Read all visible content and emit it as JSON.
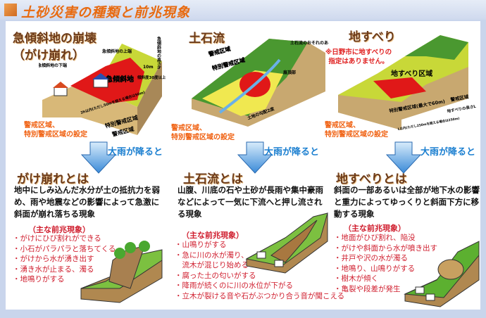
{
  "title": "土砂災害の種類と前兆現象",
  "columns": [
    {
      "heading": "急傾斜地の崩壊",
      "heading2": "（がけ崩れ）",
      "diagram_labels": {
        "upper": "急傾斜地の上端",
        "lower": "急傾斜地の下端",
        "slope": "急傾斜地",
        "height": "急傾斜地の高さh",
        "ten_m": "10m",
        "angle": "傾斜度30度以上",
        "dist": "2h以内(ただし50mを超える場合は50m)",
        "special": "特別警戒区域",
        "zone": "警戒区域"
      },
      "designation": [
        "警戒区域、",
        "特別警戒区域の設定"
      ],
      "rain": "大雨が降ると",
      "what": "がけ崩れとは",
      "description": "地中にしみ込んだ水分が土の抵抗力を弱め、雨や地震などの影響によって急激に斜面が崩れ落ちる現象",
      "signs_title": "（主な前兆現象）",
      "signs": [
        "・がけにひび割れができる",
        "・小石がパラパラと落ちてくる",
        "・がけから水が湧き出す",
        "・湧き水が止まる、濁る",
        "・地鳴りがする"
      ]
    },
    {
      "heading": "土石流",
      "diagram_labels": {
        "stream": "土石流のおそれのある渓流",
        "zone": "警戒区域",
        "special": "特別警戒区域",
        "apex": "扇頂部",
        "slope": "土地の勾配2度"
      },
      "designation": [
        "警戒区域、",
        "特別警戒区域の設定"
      ],
      "rain": "大雨が降ると",
      "what": "土石流とは",
      "description": "山腹、川底の石や土砂が長雨や集中豪雨などによって一気に下流へと押し流される現象",
      "signs_title": "（主な前兆現象）",
      "signs": [
        "・山鳴りがする",
        "・急に川の水が濁り、",
        "　流木が混じり始める",
        "・腐った土の匂いがする",
        "・降雨が続くのに川の水位が下がる",
        "・立木が裂ける音や石がぶつかり合う音が聞こえる"
      ]
    },
    {
      "heading": "地すべり",
      "note": [
        "※日野市に地すべりの",
        "指定はありません。"
      ],
      "diagram_labels": {
        "area": "地すべり区域",
        "special": "特別警戒区域(最大で60m)",
        "zone": "警戒区域",
        "length": "地すべりの長さL",
        "dist": "L以内(ただし250mを超える場合は250m)"
      },
      "designation": [
        "警戒区域、",
        "特別警戒区域の設定"
      ],
      "rain": "大雨が降ると",
      "what": "地すべりとは",
      "description": "斜面の一部あるいは全部が地下水の影響と重力によってゆっくりと斜面下方に移動する現象",
      "signs_title": "（主な前兆現象）",
      "signs": [
        "・地面がひび割れ、陥没",
        "・がけや斜面から水が噴き出す",
        "・井戸や沢の水が濁る",
        "・地鳴り、山鳴りがする",
        "・樹木が傾く",
        "・亀裂や段差が発生"
      ]
    }
  ],
  "colors": {
    "title": "#e86a10",
    "rain": "#1b7fd0",
    "signs": "#d02030",
    "frame": "#c9d5ec",
    "danger": "#e01818",
    "caution": "#f2e650"
  }
}
